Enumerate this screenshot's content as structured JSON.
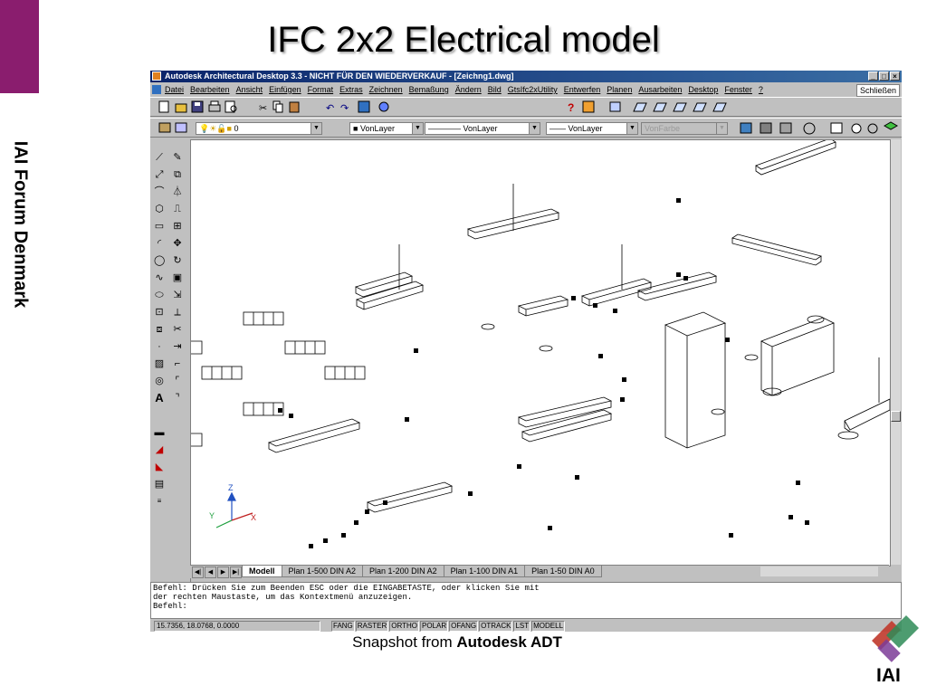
{
  "slide": {
    "title": "IFC 2x2 Electrical model",
    "side_label": "IAI Forum Denmark",
    "caption_prefix": "Snapshot from ",
    "caption_bold": "Autodesk ADT",
    "logo_text": "IAI"
  },
  "app": {
    "window_title": "Autodesk Architectural Desktop 3.3 - NICHT FÜR DEN WIEDERVERKAUF - [Zeichng1.dwg]",
    "window_buttons": [
      "_",
      "□",
      "×"
    ],
    "close_doc_label": "Schließen",
    "menu": [
      "Datei",
      "Bearbeiten",
      "Ansicht",
      "Einfügen",
      "Format",
      "Extras",
      "Zeichnen",
      "Bemaßung",
      "Ändern",
      "Bild",
      "GtsIfc2xUtility",
      "Entwerfen",
      "Planen",
      "Ausarbeiten",
      "Desktop",
      "Fenster",
      "?"
    ],
    "layer_combo": "0",
    "color_combo": "VonLayer",
    "linetype_combo": "VonLayer",
    "lineweight_combo": "VonLayer",
    "plotstyle_combo": "VonFarbe",
    "tab_nav": [
      "◀|",
      "◀",
      "▶",
      "▶|"
    ],
    "tabs": [
      "Modell",
      "Plan 1-500 DIN A2",
      "Plan 1-200 DIN A2",
      "Plan 1-100 DIN A1",
      "Plan 1-50 DIN A0"
    ],
    "active_tab": "Modell",
    "command_lines": [
      "Befehl: Drücken Sie zum Beenden ESC oder die EINGABETASTE, oder klicken Sie mit",
      "der rechten Maustaste, um das Kontextmenü anzuzeigen.",
      "Befehl:"
    ],
    "coordinates": "15.7356, 18.0768, 0.0000",
    "status_modes": [
      "FANG",
      "RASTER",
      "ORTHO",
      "POLAR",
      "OFANG",
      "OTRACK",
      "LST",
      "MODELL"
    ],
    "ucs_labels": {
      "x": "X",
      "y": "Y",
      "z": "Z"
    }
  },
  "colors": {
    "slide_accent": "#8a1d6e",
    "titlebar": "#0a246a",
    "logo_red": "#c0392b",
    "logo_green": "#2e8b57",
    "logo_purple": "#7d3c98"
  }
}
